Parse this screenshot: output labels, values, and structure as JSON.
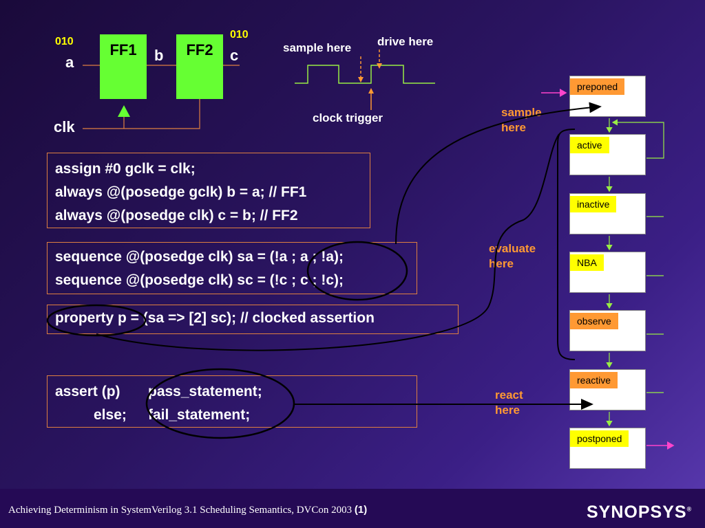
{
  "circuit": {
    "ff1_label": "FF1",
    "ff2_label": "FF2",
    "signal_a": "a",
    "signal_b": "b",
    "signal_c": "c",
    "signal_clk": "clk",
    "bits_a": "010",
    "bits_c": "010"
  },
  "waveform": {
    "sample_label": "sample here",
    "drive_label": "drive here",
    "clock_label": "clock trigger"
  },
  "code": {
    "block1": [
      "assign #0 gclk = clk;",
      "always @(posedge gclk) b = a; // FF1",
      "always @(posedge clk) c = b; // FF2"
    ],
    "block2": [
      "sequence @(posedge clk) sa = (!a ; a ; !a);",
      "sequence @(posedge clk) sc = (!c ; c ; !c);"
    ],
    "block3": [
      "property p = (sa => [2] sc); // clocked assertion"
    ],
    "block4_line1_a": "assert (p)",
    "block4_line1_b": "pass_statement;",
    "block4_line2_a": "else;",
    "block4_line2_b": "fail_statement;"
  },
  "annotations": {
    "sample_here_1": "sample",
    "sample_here_2": "here",
    "evaluate_here_1": "evaluate",
    "evaluate_here_2": "here",
    "react_here_1": "react",
    "react_here_2": "here"
  },
  "regions": [
    {
      "label": "preponed",
      "color": "orange"
    },
    {
      "label": "active",
      "color": "yellow"
    },
    {
      "label": "inactive",
      "color": "yellow"
    },
    {
      "label": "NBA",
      "color": "yellow"
    },
    {
      "label": "observe",
      "color": "orange"
    },
    {
      "label": "reactive",
      "color": "orange"
    },
    {
      "label": "postponed",
      "color": "yellow"
    }
  ],
  "footer": {
    "text": "Achieving Determinism in SystemVerilog 3.1 Scheduling Semantics, DVCon 2003",
    "page": "(1)",
    "logo": "SYNOPSYS",
    "logo_mark": "®"
  },
  "colors": {
    "flipflop": "#66ff33",
    "wire": "#e08040",
    "waveform": "#99ee44",
    "annotation": "#ff9933",
    "bits": "#ffff00",
    "arrow_in_out": "#ff44cc"
  }
}
